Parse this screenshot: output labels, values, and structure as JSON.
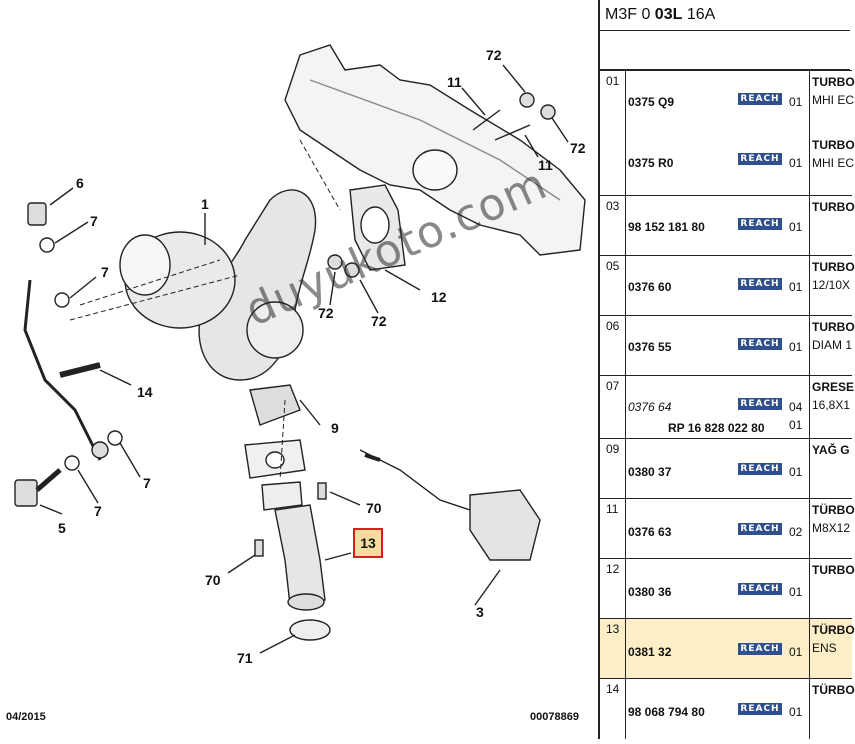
{
  "diagram": {
    "callouts": [
      "1",
      "3",
      "5",
      "6",
      "7",
      "7",
      "7",
      "7",
      "9",
      "11",
      "11",
      "12",
      "13",
      "14",
      "70",
      "70",
      "71",
      "72",
      "72",
      "72",
      "72"
    ],
    "footer_date": "04/2015",
    "footer_ref": "00078869",
    "watermark": "duyukoto.com",
    "highlighted_callout": "13"
  },
  "panel": {
    "header_prefix": "M3F 0 ",
    "header_bold": "03L",
    "header_suffix": " 16A",
    "rows": [
      {
        "idx": "01",
        "ref": "0375 Q9",
        "reach": "REACH",
        "qty": "01",
        "desc": "TURBO",
        "sub": "MHI EC"
      },
      {
        "idx": "",
        "ref": "0375 R0",
        "reach": "REACH",
        "qty": "01",
        "desc": "TURBO",
        "sub": "MHI EC"
      },
      {
        "idx": "03",
        "ref": "98 152 181 80",
        "reach": "REACH",
        "qty": "01",
        "desc": "TURBO",
        "sub": ""
      },
      {
        "idx": "05",
        "ref": "0376 60",
        "reach": "REACH",
        "qty": "01",
        "desc": "TURBO",
        "sub": "12/10X"
      },
      {
        "idx": "06",
        "ref": "0376 55",
        "reach": "REACH",
        "qty": "01",
        "desc": "TURBO",
        "sub": "DIAM 1"
      },
      {
        "idx": "07",
        "ref": "0376 64",
        "reach": "REACH",
        "qty": "04",
        "desc": "GRESE",
        "sub": "16,8X1",
        "note": "RP 16 828 022 80",
        "qty2": "01"
      },
      {
        "idx": "09",
        "ref": "0380 37",
        "reach": "REACH",
        "qty": "01",
        "desc": "YAĞ G",
        "sub": ""
      },
      {
        "idx": "11",
        "ref": "0376 63",
        "reach": "REACH",
        "qty": "02",
        "desc": "TÜRBO",
        "sub": "M8X12"
      },
      {
        "idx": "12",
        "ref": "0380 36",
        "reach": "REACH",
        "qty": "01",
        "desc": "TURBO",
        "sub": ""
      },
      {
        "idx": "13",
        "ref": "0381 32",
        "reach": "REACH",
        "qty": "01",
        "desc": "TÜRBO",
        "sub": "ENS"
      },
      {
        "idx": "14",
        "ref": "98 068 794 80",
        "reach": "REACH",
        "qty": "01",
        "desc": "TÜRBO",
        "sub": ""
      }
    ]
  }
}
